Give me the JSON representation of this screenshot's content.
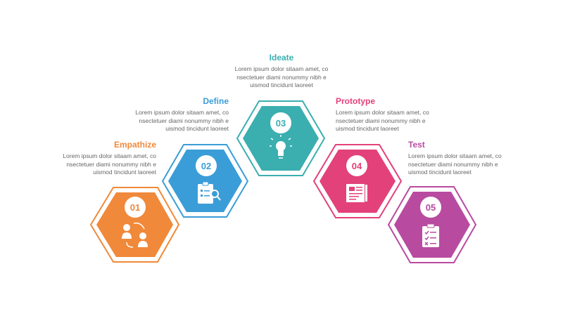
{
  "steps": [
    {
      "number": "01",
      "title": "Empathize",
      "description": [
        "Lorem ipsum dolor sitaam amet, co",
        "nsectetuer diami nonummy  nibh e",
        "uismod tincidunt laoreet"
      ],
      "color": "#F0893A",
      "icon": "people-exchange-icon"
    },
    {
      "number": "02",
      "title": "Define",
      "description": [
        "Lorem ipsum dolor sitaam amet, co",
        "nsectetuer diami nonummy  nibh e",
        "uismod tincidunt laoreet"
      ],
      "color": "#3A9DD8",
      "icon": "clipboard-search-icon"
    },
    {
      "number": "03",
      "title": "Ideate",
      "description": [
        "Lorem ipsum dolor sitaam amet, co",
        "nsectetuer diami nonummy  nibh e",
        "uismod tincidunt laoreet"
      ],
      "color": "#3BAEB0",
      "icon": "lightbulb-icon"
    },
    {
      "number": "04",
      "title": "Prototype",
      "description": [
        "Lorem ipsum dolor sitaam amet, co",
        "nsectetuer diami nonummy  nibh e",
        "uismod tincidunt laoreet"
      ],
      "color": "#E3417A",
      "icon": "blueprint-icon"
    },
    {
      "number": "05",
      "title": "Test",
      "description": [
        "Lorem ipsum dolor sitaam amet, co",
        "nsectetuer diami nonummy  nibh e",
        "uismod tincidunt laoreet"
      ],
      "color": "#B84BA0",
      "icon": "checklist-icon"
    }
  ]
}
